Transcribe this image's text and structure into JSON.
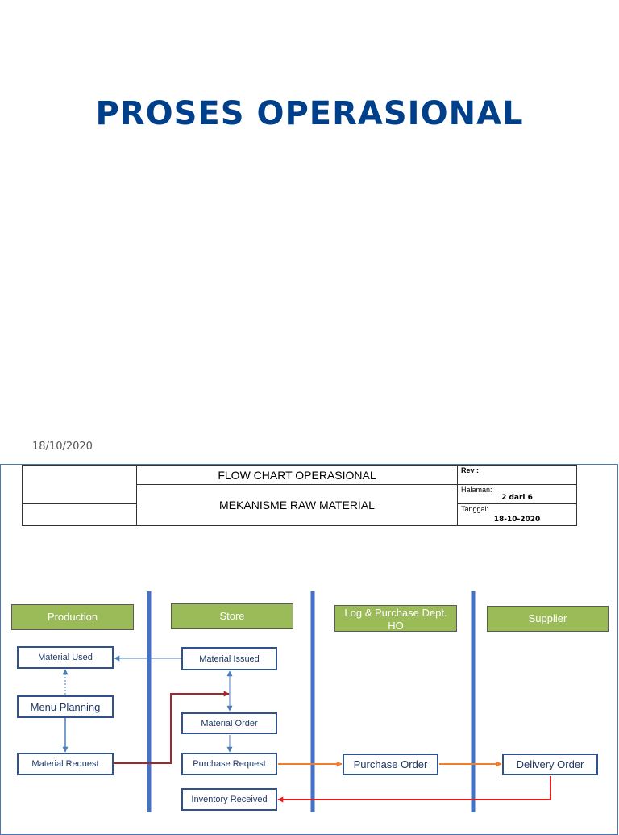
{
  "slide": {
    "title": "PROSES OPERASIONAL",
    "date": "18/10/2020",
    "title_color": "#003f8a"
  },
  "header": {
    "title1": "FLOW CHART OPERASIONAL",
    "title2": "MEKANISME RAW MATERIAL",
    "rev_label": "Rev :",
    "page_label": "Halaman:",
    "page_value": "2 dari 6",
    "date_label": "Tanggal:",
    "date_value": "18-10-2020"
  },
  "lanes": [
    {
      "id": "production",
      "label": "Production"
    },
    {
      "id": "store",
      "label": "Store"
    },
    {
      "id": "log-purchase",
      "label": "Log & Purchase Dept. HO"
    },
    {
      "id": "supplier",
      "label": "Supplier"
    }
  ],
  "nodes": {
    "material_used": "Material Used",
    "menu_planning": "Menu Planning",
    "material_request": "Material Request",
    "material_issued": "Material Issued",
    "material_order": "Material Order",
    "purchase_request": "Purchase Request",
    "inventory_received": "Inventory Received",
    "purchase_order": "Purchase Order",
    "delivery_order": "Delivery Order"
  },
  "edges": [
    {
      "from": "material_issued",
      "to": "material_used"
    },
    {
      "from": "menu_planning",
      "to": "material_used"
    },
    {
      "from": "menu_planning",
      "to": "material_request"
    },
    {
      "from": "material_request",
      "to": "material_issued"
    },
    {
      "from": "material_issued",
      "to": "material_order"
    },
    {
      "from": "material_order",
      "to": "purchase_request"
    },
    {
      "from": "purchase_request",
      "to": "purchase_order"
    },
    {
      "from": "purchase_order",
      "to": "delivery_order"
    },
    {
      "from": "delivery_order",
      "to": "inventory_received"
    }
  ],
  "colors": {
    "lane_header_fill": "#9bbb59",
    "node_border": "#2f528f",
    "node_text": "#1f3864",
    "lane_divider": "#4472c4",
    "edge_blue": "#4a7ebb",
    "edge_darkred": "#a5262a",
    "edge_orange": "#ed7d31",
    "edge_red": "#e81c1c"
  }
}
